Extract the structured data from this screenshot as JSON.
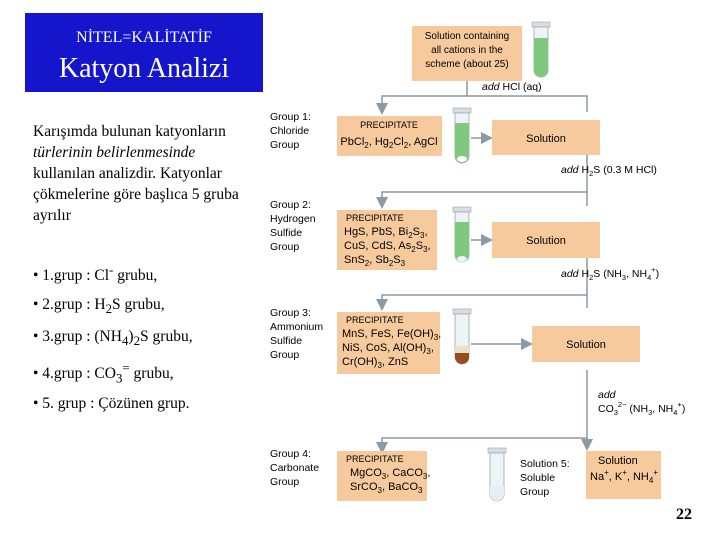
{
  "title": {
    "small": "NİTEL=KALİTATİF",
    "big": "Katyon Analizi"
  },
  "paragraph": {
    "part1": "Karışımda bulunan katyonların ",
    "italic": "türlerinin belirlenmesinde",
    "part2": " kullanılan analizdir. Katyonlar çökmelerine göre başlıca 5 gruba ayrılır"
  },
  "bullets": {
    "b1": {
      "prefix": "• 1.grup : Cl",
      "sup": "-",
      "suffix": " grubu,"
    },
    "b2": {
      "prefix": "• 2.grup : H",
      "sub": "2",
      "suffix": "S grubu,"
    },
    "b3": {
      "prefix": "• 3.grup : (NH",
      "sub": "4",
      "mid": ")",
      "sub2": "2",
      "suffix": "S grubu,"
    },
    "b4": {
      "prefix": "• 4.grup : CO",
      "sub": "3",
      "sup": "=",
      "suffix": " grubu,"
    },
    "b5": {
      "text": "• 5. grup :  Çözünen grup."
    }
  },
  "page_number": "22",
  "diagram": {
    "start": {
      "l1": "Solution containing",
      "l2": "all cations in the",
      "l3": "scheme (about 25)"
    },
    "reagent1": {
      "a": "add",
      "b": "HCl (aq)"
    },
    "reagent2": {
      "a": "add",
      "b": "H",
      "sub": "2",
      "c": "S (0.3 M HCl)"
    },
    "reagent3": {
      "a": "add",
      "b": "H",
      "sub": "2",
      "c": "S (NH",
      "sub2": "3",
      "d": ", NH",
      "sub3": "4",
      "sup3": "+",
      "e": ")"
    },
    "reagent4": {
      "a": "add",
      "b": "CO",
      "sub": "3",
      "sup": "2−",
      "c": " (NH",
      "sub2": "3",
      "d": ", NH",
      "sub3": "4",
      "sup3": "+",
      "e": ")"
    },
    "precipitate_label": "PRECIPITATE",
    "solution_label": "Solution",
    "group1": {
      "l1": "Group 1:",
      "l2": "Chloride",
      "l3": "Group",
      "ppt": {
        "a": "PbCl",
        "s1": "2",
        "b": ", Hg",
        "s2": "2",
        "c": "Cl",
        "s3": "2",
        "d": ", AgCl"
      }
    },
    "group2": {
      "l1": "Group 2:",
      "l2": "Hydrogen",
      "l3": "Sulfide",
      "l4": "Group",
      "ppt1": {
        "a": "HgS, PbS, Bi",
        "s1": "2",
        "b": "S",
        "s2": "3",
        "c": ","
      },
      "ppt2": {
        "a": "CuS, CdS, As",
        "s1": "2",
        "b": "S",
        "s2": "3",
        "c": ","
      },
      "ppt3": {
        "a": "SnS",
        "s1": "2",
        "b": ", Sb",
        "s2": "2",
        "c": "S",
        "s3": "3"
      }
    },
    "group3": {
      "l1": "Group 3:",
      "l2": "Ammonium",
      "l3": "Sulfide",
      "l4": "Group",
      "ppt1": {
        "a": "MnS, FeS, Fe(OH)",
        "s1": "3",
        "b": ","
      },
      "ppt2": {
        "a": "NiS, CoS, Al(OH)",
        "s1": "3",
        "b": ","
      },
      "ppt3": {
        "a": "Cr(OH)",
        "s1": "3",
        "b": ", ZnS"
      }
    },
    "group4": {
      "l1": "Group 4:",
      "l2": "Carbonate",
      "l3": "Group",
      "ppt1": {
        "a": "MgCO",
        "s1": "3",
        "b": ", CaCO",
        "s2": "3",
        "c": ","
      },
      "ppt2": {
        "a": "SrCO",
        "s1": "3",
        "b": ", BaCO",
        "s2": "3"
      }
    },
    "group5": {
      "l1": "Solution 5:",
      "l2": "Soluble",
      "l3": "Group",
      "box1": "Solution",
      "box2": {
        "a": "Na",
        "s1": "+",
        "b": ", K",
        "s2": "+",
        "c": ", NH",
        "s3": "4",
        "s4": "+"
      }
    },
    "colors": {
      "title_bg": "#1515cc",
      "box_fill": "#f7ca9e",
      "arrow": "#8a9aa6",
      "tube_liquid": "#7ec97e",
      "precipitate_brown": "#9a4a1c"
    }
  }
}
